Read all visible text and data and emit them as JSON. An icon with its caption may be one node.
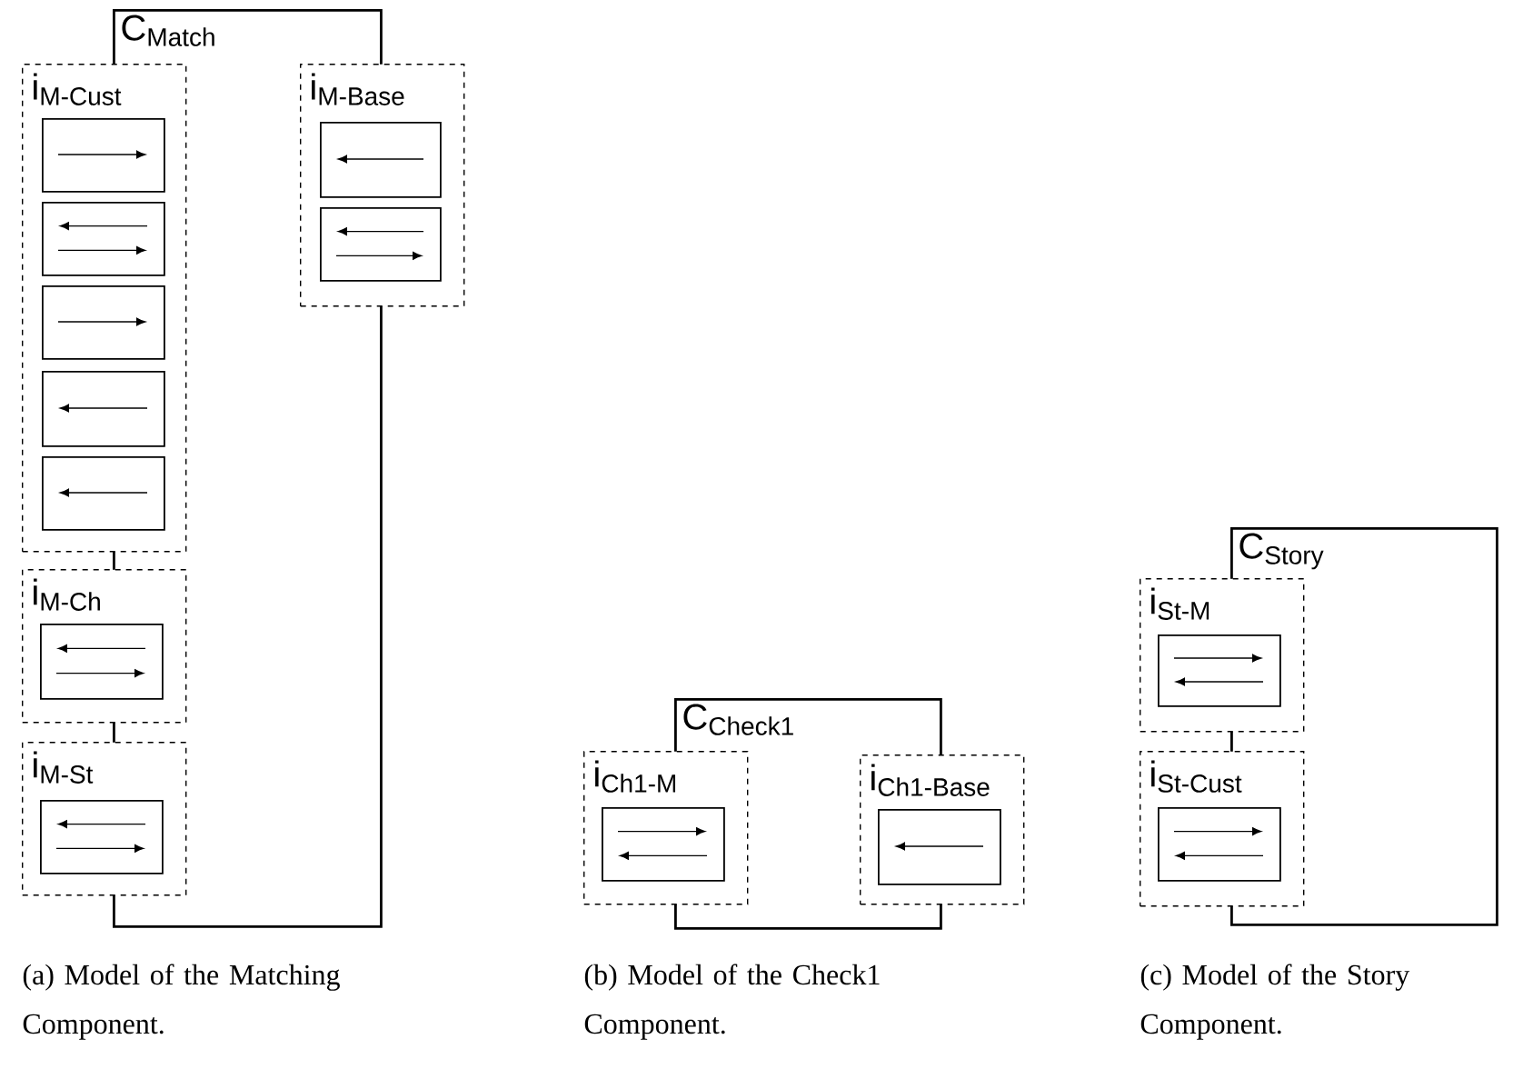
{
  "diagram": {
    "nodes": [
      {
        "text": [
          "C$_{Match}$"
        ]
      },
      {
        "text": [
          "i$_{M-Cust}$"
        ]
      },
      {
        "text": [],
        "shape": "box",
        "in": 1
      },
      {
        "text": [],
        "shape": "box",
        "in": 1
      },
      {
        "text": [],
        "shape": "box",
        "in": 1
      },
      {
        "text": [],
        "shape": "box",
        "in": 1
      },
      {
        "text": [],
        "shape": "box",
        "in": 1
      },
      {
        "text": [
          "i$_{M-Base}$"
        ]
      },
      {
        "text": [],
        "shape": "box",
        "in": 7
      },
      {
        "text": [],
        "shape": "box",
        "in": 7
      },
      {
        "text": [
          "i$_{M-Ch}$"
        ]
      },
      {
        "text": [],
        "shape": "box",
        "in": 10
      },
      {
        "text": [
          "i$_{M-St}$"
        ]
      },
      {
        "text": [],
        "shape": "box",
        "in": 12
      },
      {
        "text": [
          "C$_{Check1}$"
        ]
      },
      {
        "text": [
          "i$_{Ch1-M}$"
        ]
      },
      {
        "text": [],
        "shape": "box",
        "in": 15
      },
      {
        "text": [
          "i$_{Ch1-Base}$"
        ]
      },
      {
        "text": [],
        "shape": "box",
        "in": 17
      },
      {
        "text": [
          "C$_{Story}$"
        ]
      },
      {
        "text": [
          "i$_{St-M}$"
        ]
      },
      {
        "text": [],
        "shape": "box",
        "in": 20
      },
      {
        "text": [
          "i$_{St-Cust}$"
        ]
      },
      {
        "text": [],
        "shape": "box",
        "in": 22
      }
    ],
    "labels": [
      "(a) Model of the Matching Component.",
      "(b) Model of the Check1 Component.",
      "(c) Model of the Story Component."
    ]
  }
}
